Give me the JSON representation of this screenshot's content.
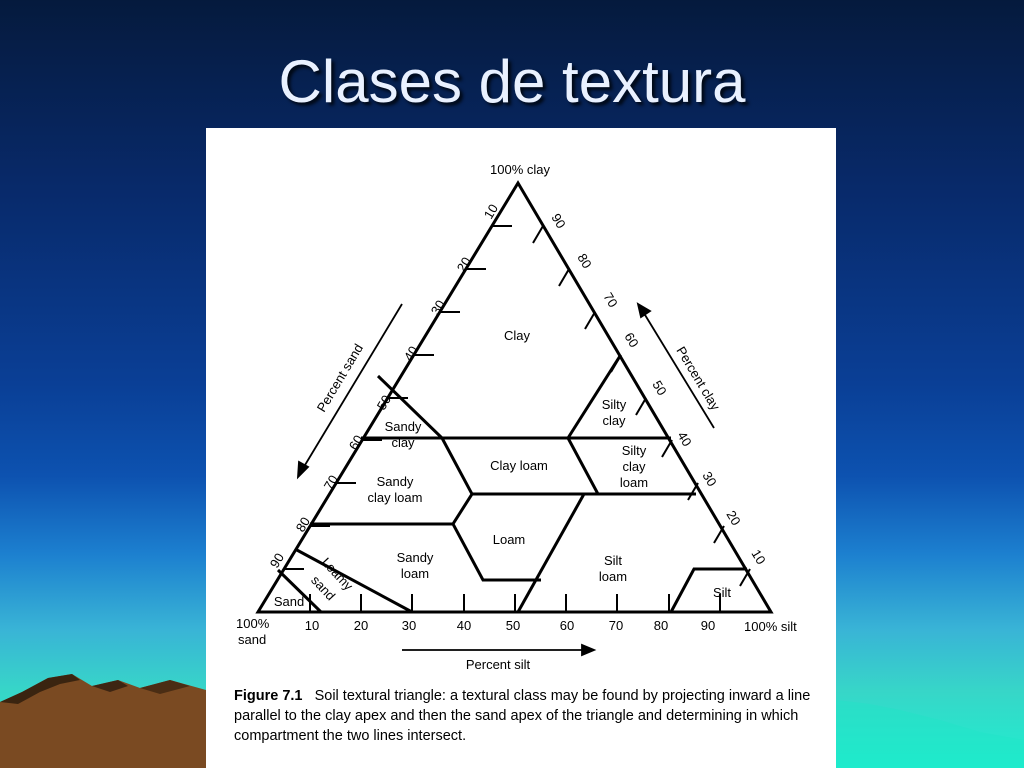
{
  "slide": {
    "title": "Clases de textura"
  },
  "figure": {
    "apex_label": "100% clay",
    "sand_corner_label_line1": "100%",
    "sand_corner_label_line2": "sand",
    "silt_corner_label": "100% silt",
    "axis_sand_label": "Percent sand",
    "axis_clay_label": "Percent clay",
    "axis_silt_label": "Percent silt",
    "left_ticks": [
      "10",
      "20",
      "30",
      "40",
      "50",
      "60",
      "70",
      "80",
      "90"
    ],
    "right_ticks": [
      "90",
      "80",
      "70",
      "60",
      "50",
      "40",
      "30",
      "20",
      "10"
    ],
    "bottom_ticks": [
      "10",
      "20",
      "30",
      "40",
      "50",
      "60",
      "70",
      "80",
      "90"
    ],
    "classes": {
      "clay": "Clay",
      "sandy_clay_1": "Sandy",
      "sandy_clay_2": "clay",
      "silty_clay_1": "Silty",
      "silty_clay_2": "clay",
      "clay_loam": "Clay loam",
      "silty_clay_loam_1": "Silty",
      "silty_clay_loam_2": "clay",
      "silty_clay_loam_3": "loam",
      "sandy_clay_loam_1": "Sandy",
      "sandy_clay_loam_2": "clay loam",
      "loam": "Loam",
      "sandy_loam_1": "Sandy",
      "sandy_loam_2": "loam",
      "silt_loam_1": "Silt",
      "silt_loam_2": "loam",
      "silt": "Silt",
      "loamy_sand_1": "Loamy",
      "loamy_sand_2": "sand",
      "sand": "Sand"
    },
    "caption_label": "Figure 7.1",
    "caption_text": "Soil textural triangle: a textural class may be found by projecting inward a line parallel to the clay apex and then the sand apex of the triangle and determining in which compartment the two lines intersect."
  }
}
